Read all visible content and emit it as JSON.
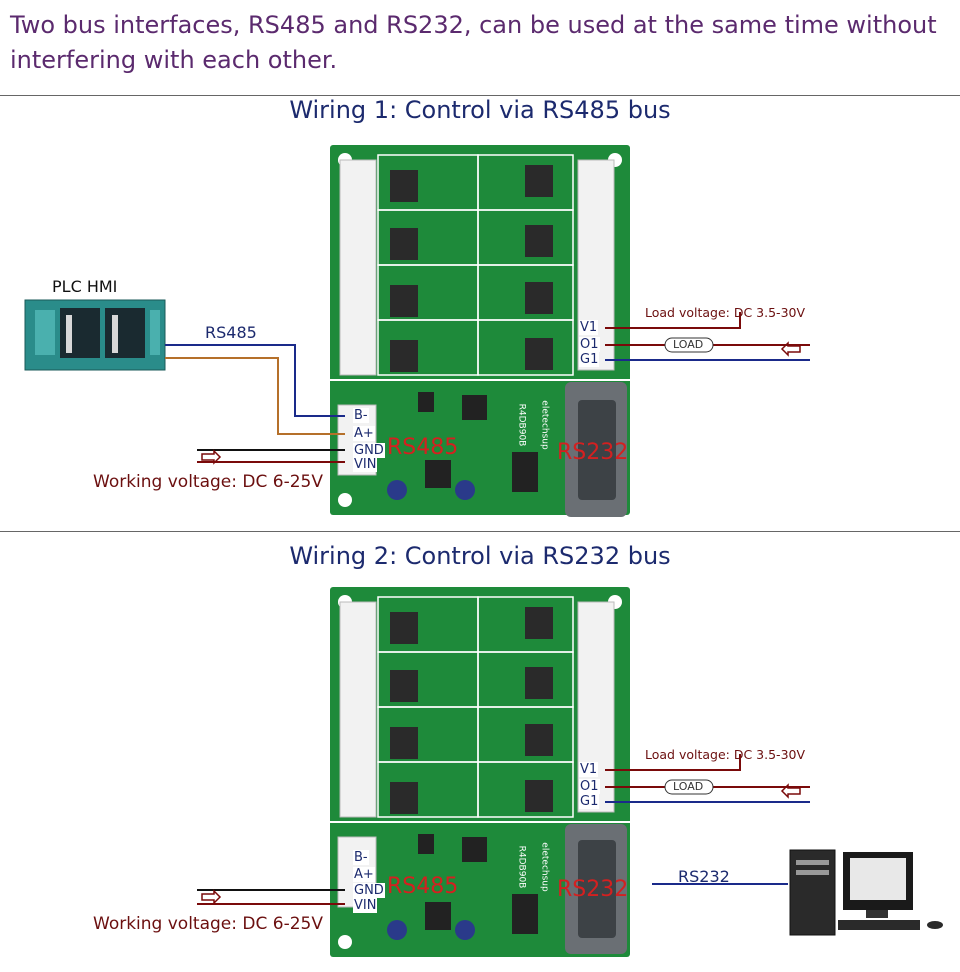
{
  "intro_text": "Two bus interfaces, RS485 and RS232, can be used at the same time without interfering with each other.",
  "diagrams": [
    {
      "title": "Wiring 1: Control via RS485 bus",
      "device_label": "PLC HMI",
      "bus_label": "RS485",
      "working_voltage": "Working voltage: DC 6-25V",
      "load_voltage": "Load voltage: DC 3.5-30V",
      "load_label": "LOAD",
      "left_pins": [
        "B-",
        "A+",
        "GND",
        "VIN"
      ],
      "right_pins": [
        "V1",
        "O1",
        "G1"
      ],
      "board_labels": {
        "rs485": "RS485",
        "rs232": "RS232",
        "model": "R4DB90B",
        "brand": "eletechsup"
      }
    },
    {
      "title": "Wiring 2: Control via RS232 bus",
      "device_label": "",
      "bus_label": "RS232",
      "working_voltage": "Working voltage: DC 6-25V",
      "load_voltage": "Load voltage: DC 3.5-30V",
      "load_label": "LOAD",
      "left_pins": [
        "B-",
        "A+",
        "GND",
        "VIN"
      ],
      "right_pins": [
        "V1",
        "O1",
        "G1"
      ],
      "board_labels": {
        "rs485": "RS485",
        "rs232": "RS232",
        "model": "R4DB90B",
        "brand": "eletechsup"
      }
    }
  ],
  "colors": {
    "heading": "#1c2a6e",
    "intro": "#5b2a6e",
    "pcb": "#1e8a3a",
    "voltage": "#6b0f0f",
    "wire_red": "#7a0a0a",
    "wire_blue": "#1a2a8a",
    "wire_orange": "#b5702a"
  }
}
